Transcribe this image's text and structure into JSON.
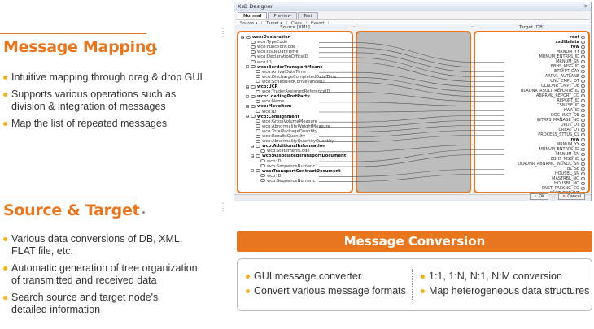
{
  "features": {
    "mapping": {
      "title": "Message Mapping",
      "bullets": [
        "Intuitive mapping through drag & drop GUI",
        "Supports various operations such as",
        "division & integration of messages",
        "Map the list of repeated messages"
      ]
    },
    "source_target": {
      "title": "Source & Target",
      "bullets": [
        "Various data conversions of DB, XML,",
        "FLAT file, etc.",
        "Automatic generation of tree organization",
        "of transmitted and received data",
        "Search source and target node's",
        "detailed information"
      ]
    },
    "conversion": {
      "title": "Message Conversion",
      "left": [
        "GUI message converter",
        "Convert various message formats"
      ],
      "right": [
        "1:1, 1:N, N:1, N:M conversion",
        "Map heterogeneous data structures"
      ]
    }
  },
  "app": {
    "window_title": "XsB Designer",
    "tabs": [
      "Normal",
      "Preview",
      "Test"
    ],
    "toolbar": [
      "Source",
      "Target",
      "Class",
      "Export"
    ],
    "source_header": "Source [XML]",
    "target_header": "Target [DB]",
    "ok_label": "OK",
    "cancel_label": "Cancel",
    "source_nodes": [
      {
        "label": "wco:Declaration",
        "bold": true,
        "depth": 0
      },
      {
        "label": "wco:TypeCode",
        "bold": false,
        "depth": 1
      },
      {
        "label": "wco:FunctionCode",
        "bold": false,
        "depth": 1
      },
      {
        "label": "wco:IssueDateTime",
        "bold": false,
        "depth": 1
      },
      {
        "label": "wco:DeclarationOfficeID",
        "bold": false,
        "depth": 1
      },
      {
        "label": "wco:ID",
        "bold": false,
        "depth": 1
      },
      {
        "label": "wco:BorderTransportMeans",
        "bold": true,
        "depth": 1
      },
      {
        "label": "wco:ArrivalDateTime",
        "bold": false,
        "depth": 2
      },
      {
        "label": "wco:DischargeCompletedDateTime",
        "bold": false,
        "depth": 2
      },
      {
        "label": "wco:ScheduledConveyanceID",
        "bold": false,
        "depth": 2
      },
      {
        "label": "wco:UCR",
        "bold": true,
        "depth": 1
      },
      {
        "label": "wco:TraderAssignedReferenceID",
        "bold": false,
        "depth": 2
      },
      {
        "label": "wco:LoadingPortParty",
        "bold": true,
        "depth": 1
      },
      {
        "label": "wco:Name",
        "bold": false,
        "depth": 2
      },
      {
        "label": "wco:Moveitem",
        "bold": true,
        "depth": 1
      },
      {
        "label": "wco:ID",
        "bold": false,
        "depth": 2
      },
      {
        "label": "wco:Consignment",
        "bold": true,
        "depth": 1
      },
      {
        "label": "wco:GrossVolumeMeasure",
        "bold": false,
        "depth": 2
      },
      {
        "label": "wco:AbnormalityWeightMeasure",
        "bold": false,
        "depth": 2
      },
      {
        "label": "wco:TotalPackageQuantity",
        "bold": false,
        "depth": 2
      },
      {
        "label": "wco:ResultsQuantity",
        "bold": false,
        "depth": 2
      },
      {
        "label": "wco:AbnormalityQuantityQuantity",
        "bold": false,
        "depth": 2
      },
      {
        "label": "wco:AdditionalInformation",
        "bold": true,
        "depth": 2
      },
      {
        "label": "wco:StatementCode",
        "bold": false,
        "depth": 3
      },
      {
        "label": "wco:AssociatedTransportDocument",
        "bold": true,
        "depth": 2
      },
      {
        "label": "wco:ID",
        "bold": false,
        "depth": 3
      },
      {
        "label": "wco:SequenceNumeric",
        "bold": false,
        "depth": 3
      },
      {
        "label": "wco:TransportContractDocument",
        "bold": true,
        "depth": 2
      },
      {
        "label": "wco:ID",
        "bold": false,
        "depth": 3
      },
      {
        "label": "wco:SequenceNumeric",
        "bold": false,
        "depth": 3
      }
    ],
    "target_nodes": [
      {
        "label": "root",
        "bold": true
      },
      {
        "label": "xsdlibdata",
        "bold": true
      },
      {
        "label": "row",
        "bold": true
      },
      {
        "label": "MRNUM_YY",
        "bold": false
      },
      {
        "label": "MRNUM_ENTRPS_ID",
        "bold": false
      },
      {
        "label": "MRNUM_SN",
        "bold": false
      },
      {
        "label": "EBHS_MSG_ID",
        "bold": false
      },
      {
        "label": "ETRYPT_DAY",
        "bold": false
      },
      {
        "label": "ARRVL_AUTLANE",
        "bold": false
      },
      {
        "label": "UNL_CMPL_DT",
        "bold": false
      },
      {
        "label": "ULADNR_CMPT_DE",
        "bold": false
      },
      {
        "label": "ULADNR_RSULT_REPORTE_ID",
        "bold": false
      },
      {
        "label": "ABRRML_REPORT_CD",
        "bold": false
      },
      {
        "label": "REPORT_ID",
        "bold": false
      },
      {
        "label": "CSNKSE_ID",
        "bold": false
      },
      {
        "label": "KWA_ID",
        "bold": false
      },
      {
        "label": "DOC_INCT_DE",
        "bold": false
      },
      {
        "label": "INTRPS_MANAGE_NO",
        "bold": false
      },
      {
        "label": "UPDT_DT",
        "bold": false
      },
      {
        "label": "CREAT_DT",
        "bold": false
      },
      {
        "label": "PROCESS_STTUS_CL",
        "bold": false
      },
      {
        "label": "row",
        "bold": true
      },
      {
        "label": "MRNUM_YY",
        "bold": false
      },
      {
        "label": "MRNUM_ENTRPS_ID",
        "bold": false
      },
      {
        "label": "MRNUM_SN",
        "bold": false
      },
      {
        "label": "EBHS_MSG_ID",
        "bold": false
      },
      {
        "label": "ULADNR_ABNRML_INDVDL_SN",
        "bold": false
      },
      {
        "label": "BL_SE",
        "bold": false
      },
      {
        "label": "HOUSBL_SN",
        "bold": false
      },
      {
        "label": "MASTRBL_NO",
        "bold": false
      },
      {
        "label": "HOUSBL_NO",
        "bold": false
      },
      {
        "label": "CNST_PACKNG_CO",
        "bold": false
      },
      {
        "label": "CNST_TOT_WT",
        "bold": false
      }
    ]
  },
  "colors": {
    "accent": "#e8761e",
    "bullet": "#f0b020",
    "mapping_bg": "#bdbdbd"
  }
}
